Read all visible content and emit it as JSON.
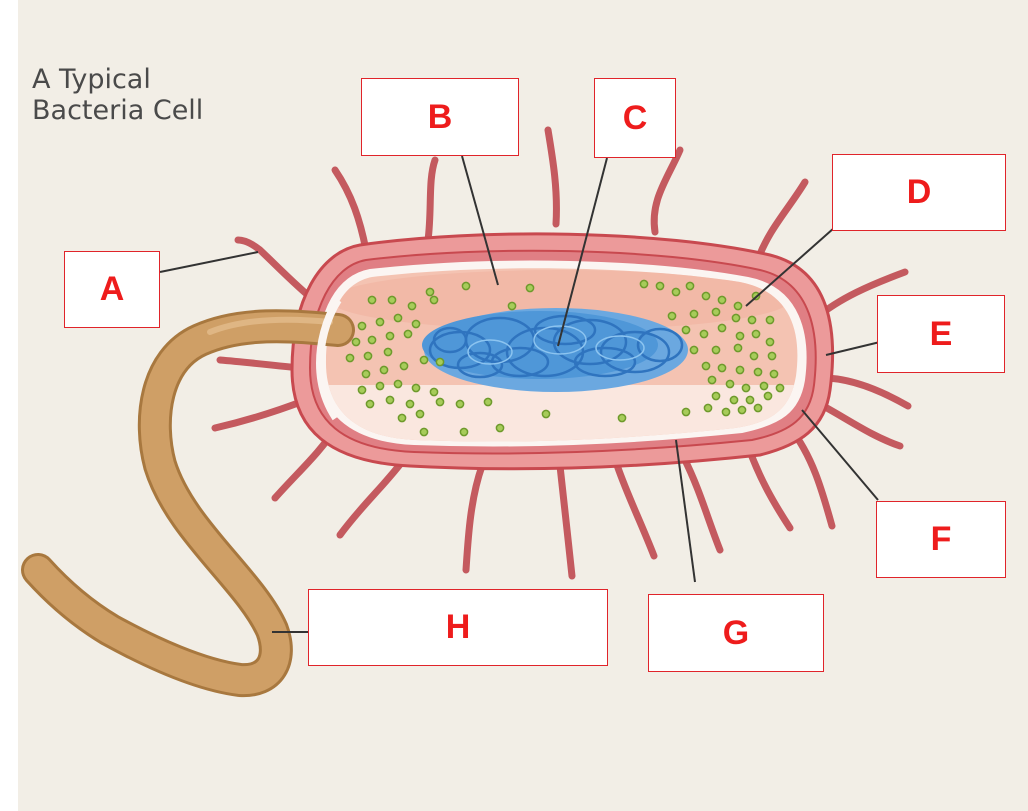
{
  "title": "A Typical\nBacteria Cell",
  "labels": {
    "a": "A",
    "b": "B",
    "c": "C",
    "d": "D",
    "e": "E",
    "f": "F",
    "g": "G",
    "h": "H"
  },
  "colors": {
    "background": "#f2eee6",
    "cell_wall": "#ec9a9a",
    "membrane_line": "#c8494f",
    "cytoplasm": "#f4c3b2",
    "pili": "#c45a5f",
    "flagellum": "#c89a63",
    "nucleoid": "#3a86cc",
    "ribosome": "#8cba3c",
    "label_text": "#ee1c1c"
  }
}
